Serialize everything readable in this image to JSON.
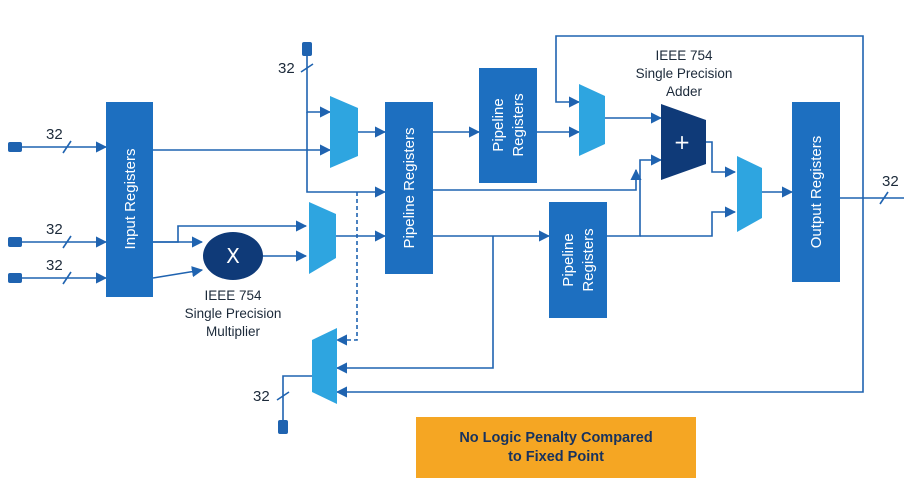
{
  "bus_width_labels": [
    "32",
    "32",
    "32",
    "32",
    "32",
    "32"
  ],
  "blocks": {
    "input_registers": "Input Registers",
    "pipeline_registers_main": "Pipeline Registers",
    "pipeline_registers_top": [
      "Pipeline",
      "Registers"
    ],
    "pipeline_registers_bottom": [
      "Pipeline",
      "Registers"
    ],
    "output_registers": "Output Registers"
  },
  "multiplier": {
    "symbol": "X",
    "caption": [
      "IEEE 754",
      "Single Precision",
      "Multiplier"
    ]
  },
  "adder": {
    "symbol": "+",
    "caption": [
      "IEEE 754",
      "Single Precision",
      "Adder"
    ]
  },
  "note": {
    "line1": "No Logic Penalty Compared",
    "line2": "to Fixed Point"
  },
  "colors": {
    "register": "#1d6fc0",
    "mux": "#2ea5e0",
    "adder": "#0f3a78",
    "wire": "#1f63b0",
    "note_background": "#f5a623"
  }
}
